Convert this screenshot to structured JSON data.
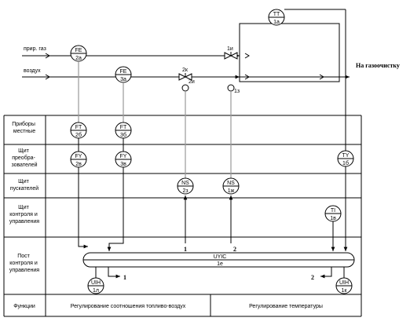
{
  "lines": {
    "gas": "прир. газ",
    "air": "воздух",
    "output": "На газоочистку"
  },
  "rows": [
    [
      "Приборы",
      "местные"
    ],
    [
      "Щит",
      "преобра-",
      "зователей"
    ],
    [
      "Щит",
      "пускателей"
    ],
    [
      "Щит",
      "контроля и",
      "управления"
    ],
    [
      "Пост",
      "контроля и",
      "управления"
    ],
    [
      "Функции"
    ]
  ],
  "functions": {
    "ratio": "Регулирование соотношения топливо-воздух",
    "temperature": "Регулирование температуры"
  },
  "instruments": {
    "tt_1a": {
      "tag": "TT",
      "num": "1а"
    },
    "fe_2a": {
      "tag": "FE",
      "num": "2а"
    },
    "fe_3a": {
      "tag": "FE",
      "num": "3а"
    },
    "valve_1i": {
      "num": "1и"
    },
    "valve_2k": {
      "num": "2к"
    },
    "valve_2i": {
      "num": "2и"
    },
    "point_1z": {
      "num": "1з"
    },
    "ft_2b": {
      "tag": "FT",
      "num": "2б"
    },
    "ft_3b": {
      "tag": "FT",
      "num": "3б"
    },
    "fy_2v": {
      "tag": "FY",
      "num": "2в"
    },
    "fy_3v": {
      "tag": "FY",
      "num": "3в"
    },
    "ty_1b": {
      "tag": "TY",
      "num": "1б"
    },
    "ns_2z": {
      "tag": "NS",
      "num": "2з"
    },
    "ns_1zh": {
      "tag": "NS",
      "num": "1ж"
    },
    "ti_1v": {
      "tag": "TI",
      "num": "1в"
    },
    "uic_controller": {
      "tag": "UYIC",
      "num": "1е"
    },
    "uih_1l": {
      "tag": "UIH",
      "num": "1л"
    },
    "uih_1k": {
      "tag": "UIH",
      "num": "1к"
    }
  },
  "markers": {
    "one": "1",
    "two": "2"
  }
}
